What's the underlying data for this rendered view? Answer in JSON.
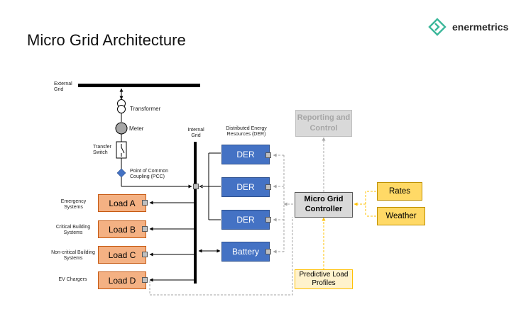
{
  "title": "Micro Grid Architecture",
  "brand": {
    "name": "enermetrics",
    "logo_icon": "diamond-chevron-icon",
    "logo_color": "#3bb79a"
  },
  "labels": {
    "external_grid": "External Grid",
    "transformer": "Transformer",
    "meter": "Meter",
    "transfer_switch": "Transfer Switch",
    "pcc": "Point of Common Coupling (PCC)",
    "internal_grid": "Internal Grid",
    "der_header": "Distributed Energy Resources (DER)"
  },
  "der": [
    "DER",
    "DER",
    "DER"
  ],
  "battery": "Battery",
  "loads": [
    {
      "name": "Load A",
      "label": "Emergency Systems"
    },
    {
      "name": "Load B",
      "label": "Critical Building Systems"
    },
    {
      "name": "Load C",
      "label": "Non-critical Building Systems"
    },
    {
      "name": "Load D",
      "label": "EV Chargers"
    }
  ],
  "controller": "Micro Grid Controller",
  "reporting": "Reporting and Control",
  "rates": "Rates",
  "weather": "Weather",
  "predictive": "Predictive Load Profiles",
  "colors": {
    "der": "#4472c4",
    "load": "#f4b183",
    "input": "#ffd966",
    "controller": "#d9d9d9",
    "dashed_yellow": "#ffc000",
    "dashed_gray": "#a6a6a6"
  }
}
